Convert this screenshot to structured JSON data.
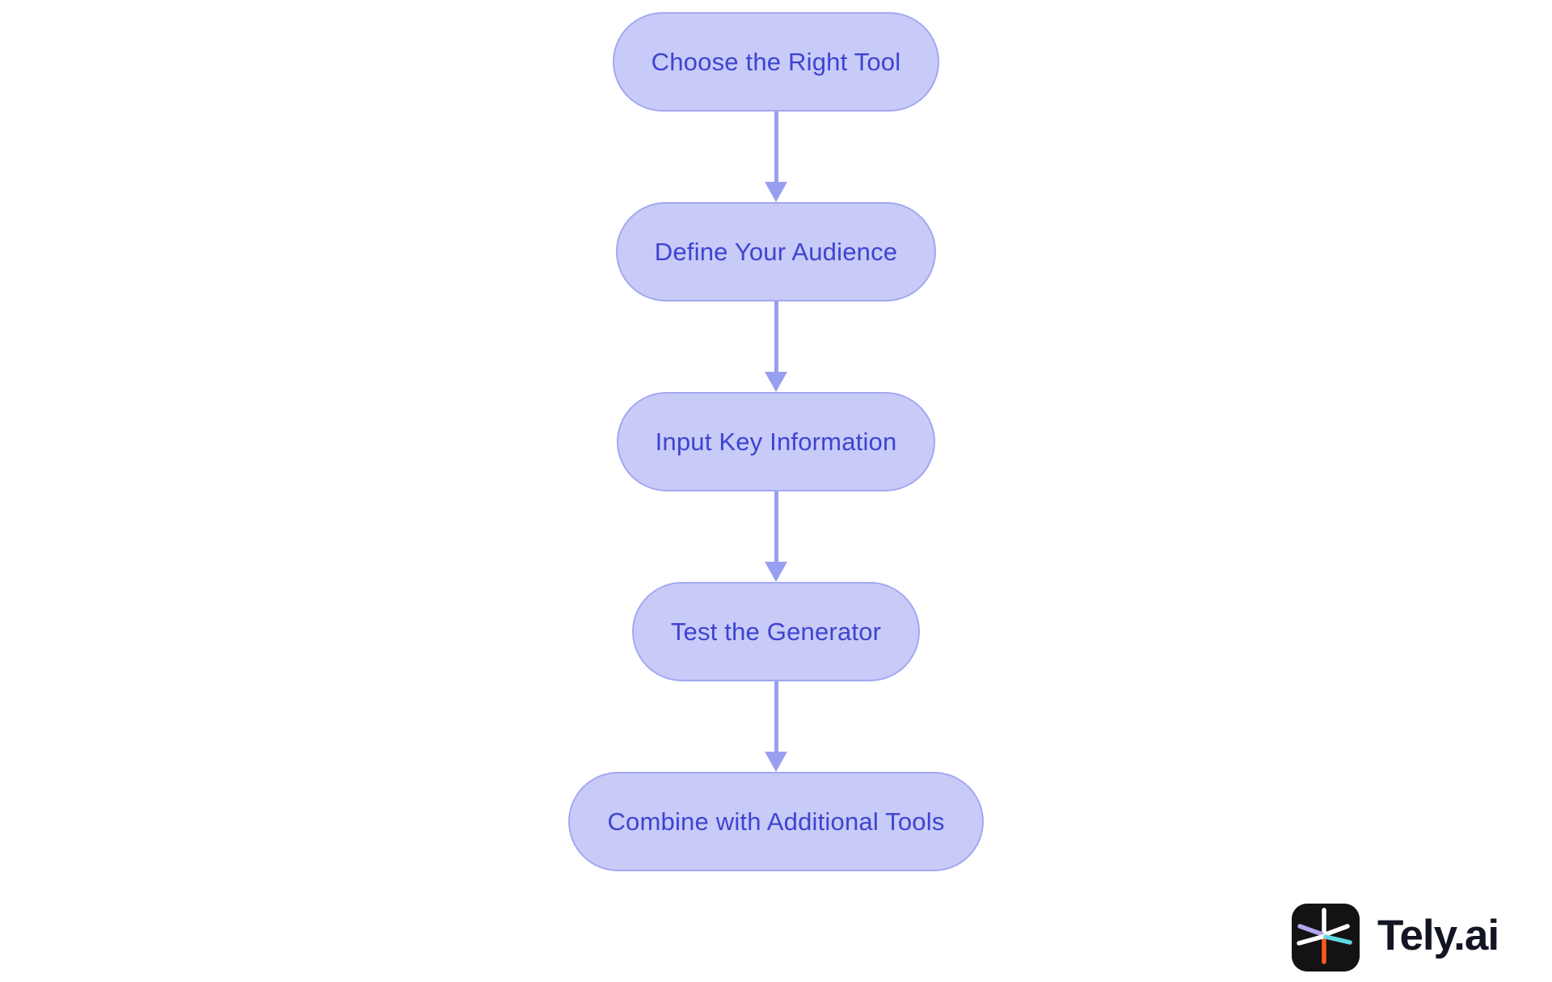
{
  "page": {
    "background_color": "#ffffff",
    "type": "vertical-flowchart"
  },
  "flowchart": {
    "nodes": [
      {
        "label": "Choose the Right Tool"
      },
      {
        "label": "Define Your Audience"
      },
      {
        "label": "Input Key Information"
      },
      {
        "label": "Test the Generator"
      },
      {
        "label": "Combine with Additional Tools"
      }
    ],
    "edges": [
      {
        "from": 0,
        "to": 1
      },
      {
        "from": 1,
        "to": 2
      },
      {
        "from": 2,
        "to": 3
      },
      {
        "from": 3,
        "to": 4
      }
    ],
    "colors": {
      "node_fill": "#c8caf8",
      "node_border": "#a3a8f0",
      "node_text": "#3e44d0",
      "arrow": "#989ff0"
    }
  },
  "branding": {
    "wordmark": "Tely.ai",
    "icon": "tely-asterisk-icon",
    "colors": {
      "icon_background": "#131313",
      "wordmark_text": "#131523",
      "spoke_white": "#ffffff",
      "spoke_orange": "#ff5a1e",
      "spoke_cyan": "#63d8e2",
      "spoke_purple": "#b4a4ee"
    }
  }
}
